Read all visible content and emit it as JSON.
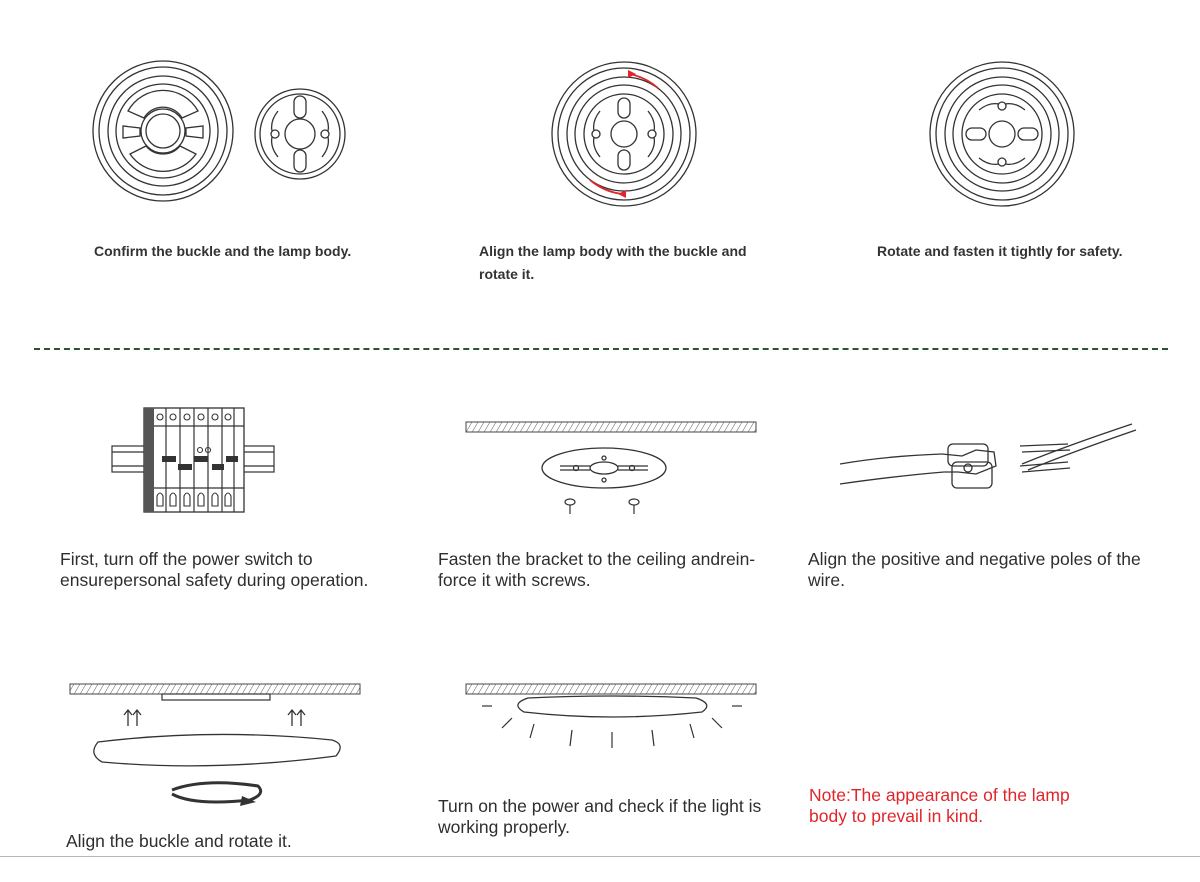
{
  "top_steps": [
    {
      "caption": "Confirm the buckle and the lamp body."
    },
    {
      "caption": "Align the lamp body with the buckle and rotate it."
    },
    {
      "caption": "Rotate and fasten it tightly for safety."
    }
  ],
  "install_steps": [
    {
      "caption": "First, turn off the power switch to ensurepersonal safety during operation."
    },
    {
      "caption": "Fasten the bracket to the ceiling andrein-force it with screws."
    },
    {
      "caption": "Align the positive and negative poles of the wire."
    },
    {
      "caption": "Align the buckle and rotate it."
    },
    {
      "caption": "Turn on the power and check if the light is working properly."
    }
  ],
  "note": "Note:The appearance of the lamp body to prevail in kind.",
  "colors": {
    "text": "#2e2e2e",
    "note": "#e0262b",
    "divider": "#2f5233",
    "arrow": "#e0262b"
  }
}
